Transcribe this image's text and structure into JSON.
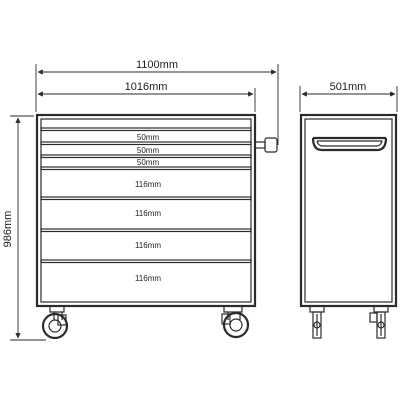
{
  "dimensions": {
    "overall_width": "1100mm",
    "body_width": "1016mm",
    "depth": "501mm",
    "height": "986mm"
  },
  "drawers": [
    "50mm",
    "50mm",
    "50mm",
    "116mm",
    "116mm",
    "116mm",
    "116mm"
  ],
  "colors": {
    "line": "#2b2b2b",
    "text": "#222222",
    "background": "#ffffff"
  }
}
